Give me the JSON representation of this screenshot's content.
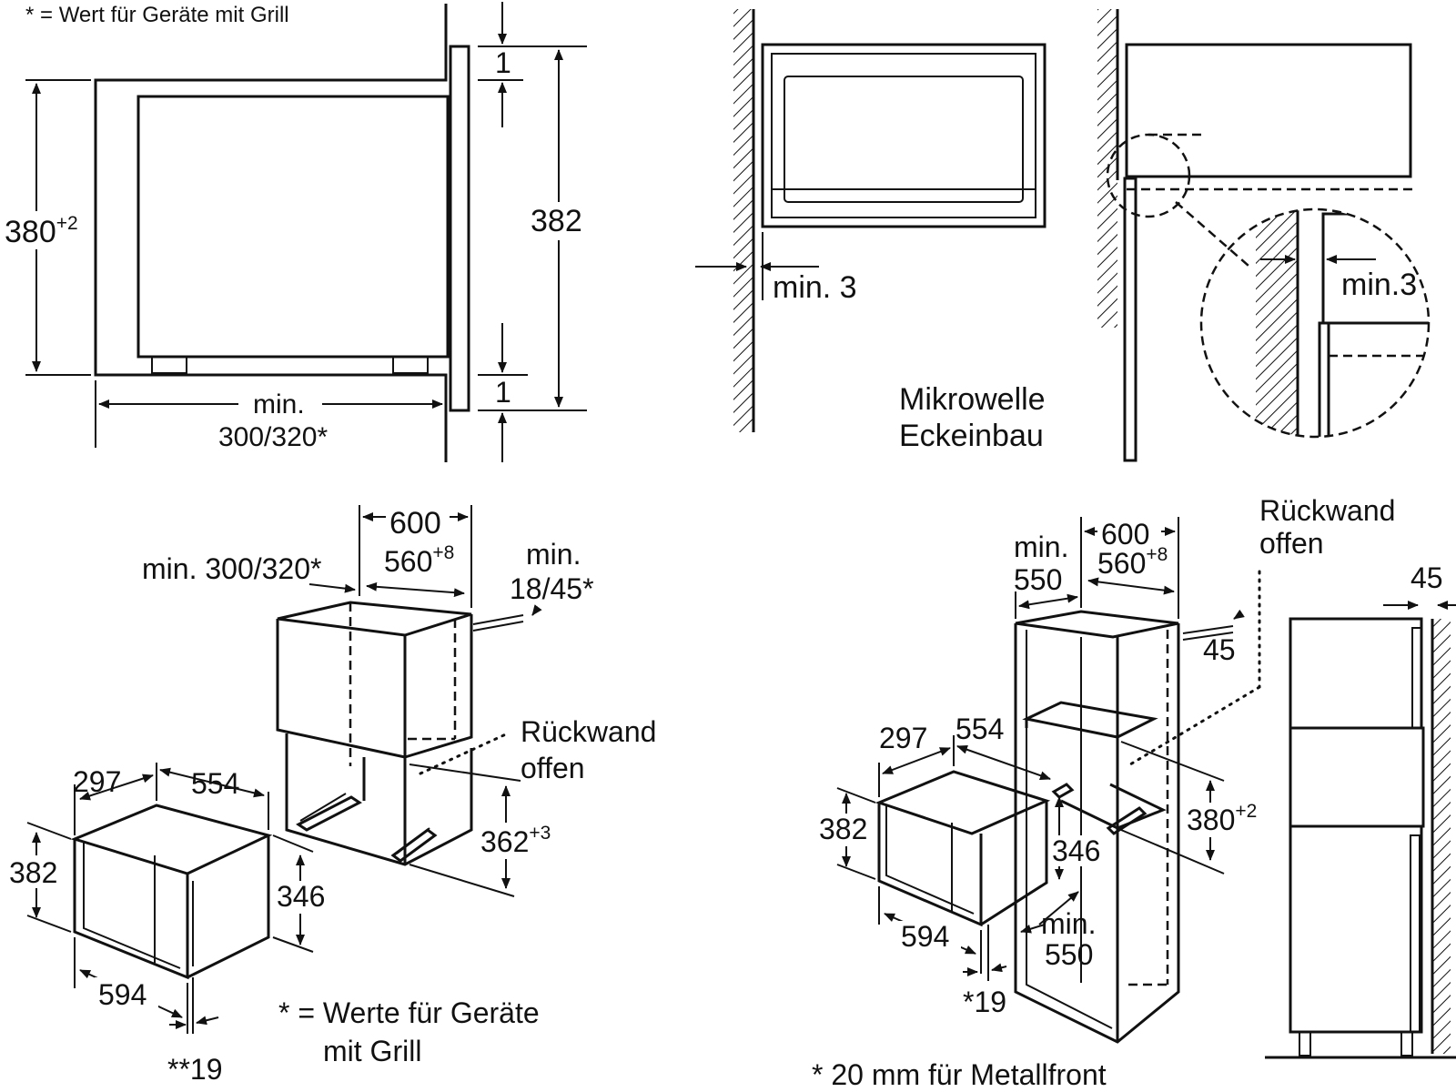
{
  "colors": {
    "ink": "#111111",
    "paper": "#ffffff"
  },
  "top_left": {
    "note": "* = Wert für Geräte mit Grill",
    "height": "380",
    "height_tol": "+2",
    "gap_top": "1",
    "gap_bottom": "1",
    "front_height": "382",
    "depth_label": "min.",
    "depth_value": "300/320*"
  },
  "top_right": {
    "wall_gap": "min. 3",
    "detail_gap": "min.3",
    "title_line1": "Mikrowelle",
    "title_line2": "Eckeinbau"
  },
  "bottom_left": {
    "cab_width": "600",
    "cab_inner": "560",
    "cab_inner_tol": "+8",
    "cab_depth": "min. 300/320*",
    "cab_back_1": "min.",
    "cab_back_2": "18/45*",
    "back_1": "Rückwand",
    "back_2": "offen",
    "niche_height": "362",
    "niche_tol": "+3",
    "dev_depth": "297",
    "dev_width": "554",
    "dev_height": "382",
    "dev_body": "346",
    "dev_front": "594",
    "dev_panel": "**19",
    "note_1": "* = Werte für Geräte",
    "note_2": "mit Grill"
  },
  "bottom_right": {
    "min_label": "min.",
    "min_value": "550",
    "cab_width": "600",
    "cab_inner": "560",
    "cab_inner_tol": "+8",
    "back_1": "Rückwand",
    "back_2": "offen",
    "side_gap": "45",
    "wall_gap": "45",
    "dev_depth": "297",
    "dev_width": "554",
    "dev_height": "382",
    "niche_height": "380",
    "niche_tol": "+2",
    "dev_body": "346",
    "floor_min": "min.",
    "floor_value": "550",
    "dev_front": "594",
    "dev_panel": "*19",
    "note": "* 20 mm für Metallfront"
  }
}
